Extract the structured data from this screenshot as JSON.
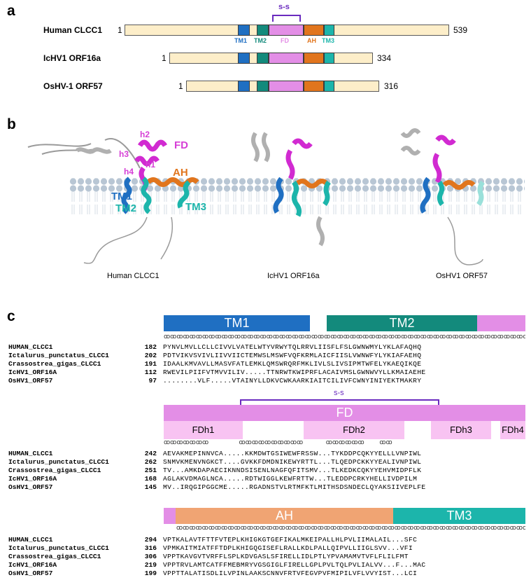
{
  "panels": {
    "a": "a",
    "b": "b",
    "c": "c"
  },
  "panel_a": {
    "ss_label": "s-s",
    "proteins": [
      {
        "name": "Human CLCC1",
        "start": "1",
        "end": "539"
      },
      {
        "name": "IcHV1 ORF16a",
        "start": "1",
        "end": "334"
      },
      {
        "name": "OsHV-1 ORF57",
        "start": "1",
        "end": "316"
      }
    ],
    "domains": {
      "tm1": "TM1",
      "tm2": "TM2",
      "fd": "FD",
      "ah": "AH",
      "tm3": "TM3"
    }
  },
  "panel_b": {
    "labels": {
      "h2": "h2",
      "h3": "h3",
      "h1": "h1",
      "h4": "h4",
      "fd": "FD",
      "ah": "AH",
      "tm1": "TM1",
      "tm2": "TM2",
      "tm3": "TM3"
    },
    "captions": [
      "Human CLCC1",
      "IcHV1 ORF16a",
      "OsHV1 ORF57"
    ]
  },
  "panel_c": {
    "ss_label": "s-s",
    "block1": {
      "bars": {
        "tm1": "TM1",
        "tm2": "TM2"
      },
      "rows": [
        {
          "name": "HUMAN_CLCC1",
          "num": "182",
          "seq": "PYNVLMVLLCLLCIVVLVATELWTYVRWYTQLRRVLIISFLFSLGWNWMYLYKLAFAQHQ"
        },
        {
          "name": "Ictalurus_punctatus_CLCC1",
          "num": "202",
          "seq": "PDTVIKVSVIVLIIVVIICTEMWSLMSWFVQFKRMLAICFIISLVWNWFYLYKIAFAEHQ"
        },
        {
          "name": "Crassostrea_gigas_CLCC1",
          "num": "191",
          "seq": "IDAALKMVAVLLMASVFATLEMKLQMSWRQRFMKLIVLSLIVSIPMTWFELYKAEQIKQE"
        },
        {
          "name": "IcHV1_ORF16A",
          "num": "112",
          "seq": "RWEVILPIIFVTMVVILIV.....TTNRWTKWIPRFLACAIVMSLGWNWVYLLKMAIAEHE"
        },
        {
          "name": "OsHV1_ORF57",
          "num": "97",
          "seq": "........VLF.....VTAINYLLDKVCWKAARKIAITCILIVFCWNYINIYEKTMAKRY"
        }
      ]
    },
    "block2": {
      "bars": {
        "fd": "FD",
        "h1": "FDh1",
        "h2": "FDh2",
        "h3": "FDh3",
        "h4": "FDh4"
      },
      "rows": [
        {
          "name": "HUMAN_CLCC1",
          "num": "242",
          "seq": "AEVAKMEPINNVCA.....KKMDWTGSIWEWFRSSW...TYKDDPCQKYYELLLVNPIWL"
        },
        {
          "name": "Ictalurus_punctatus_CLCC1",
          "num": "262",
          "seq": "SNMVKMENVNGKCT....GVKKFDMDNIKEWYRTTL...TLQEDPCKKYYEALIVNPIWL"
        },
        {
          "name": "Crassostrea_gigas_CLCC1",
          "num": "251",
          "seq": "TV...AMKDAPAECIKNNDSISENLNAGFQFITSMV...TLKEDKCQKYYEHVMIDPFLK"
        },
        {
          "name": "IcHV1_ORF16A",
          "num": "168",
          "seq": "AGLAKVDMAGLNCA.....RDTWIGGLKEWFRTTW...TLEDDPCRKYHELLIVDPILM"
        },
        {
          "name": "OsHV1_ORF57",
          "num": "145",
          "seq": "MV..IRQGIPGGCME.....RGADNSTVLRTMFKTLMITHSDSNDECLQYAKSIIVEPLFE"
        }
      ]
    },
    "block3": {
      "bars": {
        "ah": "AH",
        "tm3": "TM3"
      },
      "rows": [
        {
          "name": "HUMAN_CLCC1",
          "num": "294",
          "seq": "VPTKALAVTFTTFVTEPLKHIGKGTGEFIKALMKEIPALLHLPVLIIMALAIL...SFC"
        },
        {
          "name": "Ictalurus_punctatus_CLCC1",
          "num": "316",
          "seq": "VPMKAITMIATFFTDPLKHIGQGISEFLRALLKDLPALLQIPVLLIIGLSVV...VFI"
        },
        {
          "name": "Crassostrea_gigas_CLCC1",
          "num": "306",
          "seq": "VPPTKAVGVTVRFFLSPLKDVGASLSFIRELLIDLPTLYPVAMAMVTVFLFLILFMT"
        },
        {
          "name": "IcHV1_ORF16A",
          "num": "219",
          "seq": "VPPTRVLAMTCATFFMEBMRYVGSGIGLFIRELLGPLPVLTQLPVLIALVV...F...MAC"
        },
        {
          "name": "OsHV1_ORF57",
          "num": "199",
          "seq": "VPPTTALATISDLILVPINLAAKSCNNVFRTVFEGVPVFMIPILVFLVVYIST...LCI"
        }
      ]
    }
  },
  "colors": {
    "tm1": "#1f6fc2",
    "tm2": "#138a7c",
    "fd": "#e38ee6",
    "fd_sub": "#f8c3f2",
    "ah": "#f0a473",
    "ah_dark": "#e1751d",
    "tm3": "#1cb5ab",
    "ss": "#6a2bbf",
    "bar_fill": "#fdeec9",
    "membrane": "#b8c6d4"
  }
}
